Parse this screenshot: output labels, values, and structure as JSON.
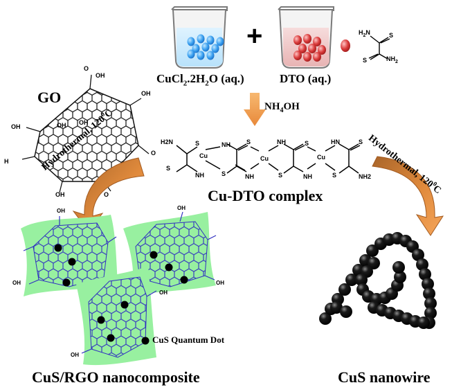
{
  "reagents": {
    "cucl2": {
      "name": "CuCl",
      "sub1": "2",
      "mid": ".2H",
      "sub2": "2",
      "tail": "O (aq.)"
    },
    "dto": {
      "name": "DTO (aq.)"
    },
    "plus": "+"
  },
  "reaction": {
    "base": {
      "pre": "NH",
      "sub": "4",
      "post": "OH"
    },
    "complex_label": "Cu-DTO complex"
  },
  "go_label": "GO",
  "hydrothermal_left": {
    "text": "Hydrothermal, 120",
    "sup": "0",
    "unit": "C"
  },
  "hydrothermal_right": {
    "text": "Hydrothermal, 120",
    "sup": "0",
    "unit": "C"
  },
  "legend": {
    "text": "CuS Quantum Dot"
  },
  "products": {
    "left": "CuS/RGO nanocomposite",
    "right": "CuS nanowire"
  },
  "dto_structure": {
    "h2n": "H",
    "nh2": "NH",
    "s_top": "S",
    "s_bottom": "S",
    "nh2_sub": "2",
    "h2n_sub": "2",
    "n_sub": "N"
  },
  "complex_atoms": {
    "cu": "Cu",
    "s": "S",
    "h2n": "H2N",
    "nh2": "NH2",
    "nh": "NH",
    "hn": "HN"
  },
  "functional_groups": {
    "oh": "OH",
    "cooh_o": "O",
    "h": "H"
  },
  "colors": {
    "cu_beaker": "#3aa0f0",
    "dto_beaker": "#d93a3a",
    "arrow": "#f0a048",
    "curved_arrow": "#c97a30",
    "rgo_sheet": "#98f0a0",
    "rgo_lattice": "#3030c0",
    "dot": "#000000"
  }
}
